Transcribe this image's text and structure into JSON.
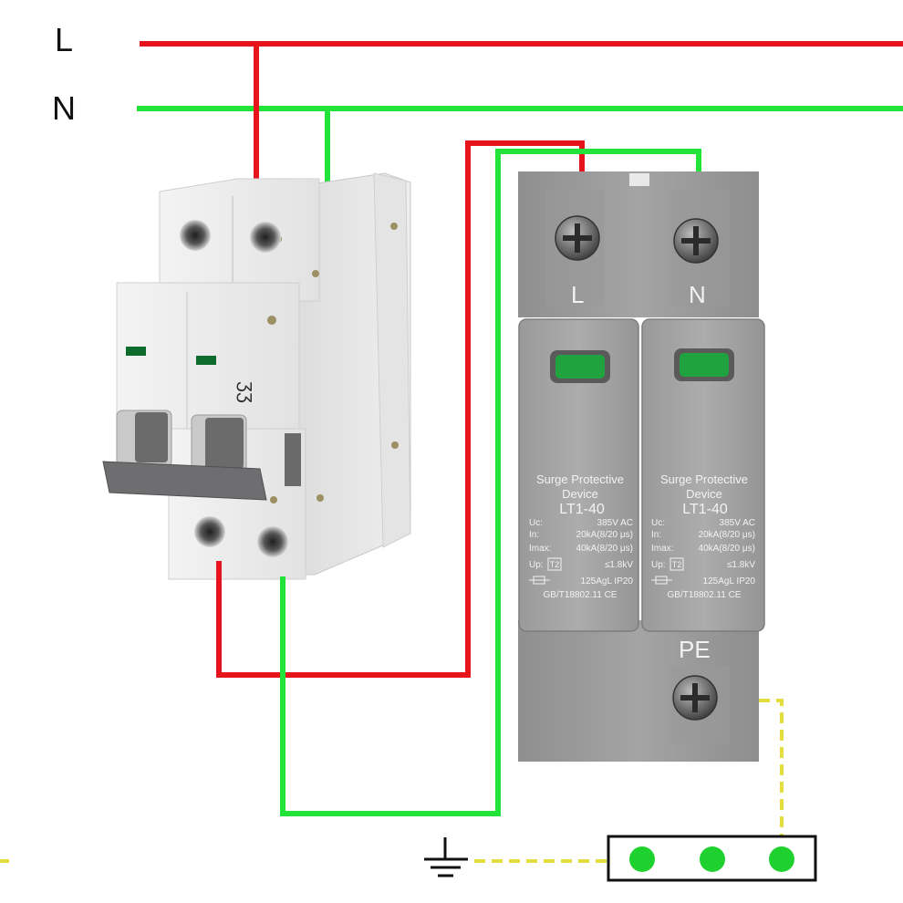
{
  "wires": {
    "live_label": "L",
    "neutral_label": "N",
    "live_color": "#e8141b",
    "neutral_color": "#22e33a",
    "earth_color": "#e3dd3d"
  },
  "breaker": {
    "mark": "ʒʒ"
  },
  "spd": {
    "terminal_l": "L",
    "terminal_n": "N",
    "terminal_pe": "PE",
    "modules": [
      {
        "title1": "Surge Protective",
        "title2": "Device",
        "model": "LT1-40",
        "uc_label": "Uc:",
        "uc_value": "385V AC",
        "in_label": "In:",
        "in_value": "20kA(8/20 μs)",
        "imax_label": "Imax:",
        "imax_value": "40kA(8/20 μs)",
        "up_label": "Up:",
        "up_class": "T2",
        "up_value": "≤1.8kV",
        "fuse": "125AgL IP20",
        "standard": "GB/T18802.11 CE"
      },
      {
        "title1": "Surge Protective",
        "title2": "Device",
        "model": "LT1-40",
        "uc_label": "Uc:",
        "uc_value": "385V AC",
        "in_label": "In:",
        "in_value": "20kA(8/20 μs)",
        "imax_label": "Imax:",
        "imax_value": "40kA(8/20 μs)",
        "up_label": "Up:",
        "up_class": "T2",
        "up_value": "≤1.8kV",
        "fuse": "125AgL IP20",
        "standard": "GB/T18802.11 CE"
      }
    ],
    "indicator_color": "#1fa33f"
  },
  "earth_bar": {
    "terminal_color": "#1ed12e"
  }
}
